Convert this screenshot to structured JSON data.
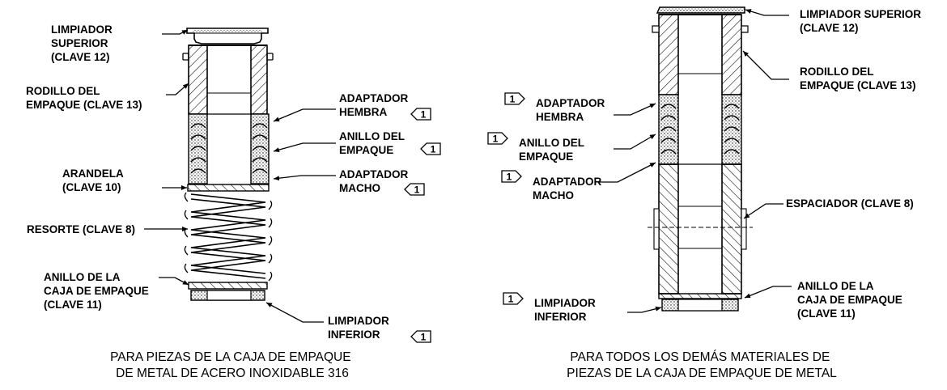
{
  "left": {
    "labels": {
      "limpiador_superior": [
        "LIMPIADOR",
        "SUPERIOR",
        "(CLAVE 12)"
      ],
      "rodillo": [
        "RODILLO DEL",
        "EMPAQUE (CLAVE 13)"
      ],
      "arandela": [
        "ARANDELA",
        "(CLAVE 10)"
      ],
      "resorte": [
        "RESORTE (CLAVE 8)"
      ],
      "anillo_caja": [
        "ANILLO DE LA",
        "CAJA DE EMPAQUE",
        "(CLAVE 11)"
      ],
      "adaptador_hembra": [
        "ADAPTADOR",
        "HEMBRA"
      ],
      "anillo_empaque": [
        "ANILLO DEL",
        "EMPAQUE"
      ],
      "adaptador_macho": [
        "ADAPTADOR",
        "MACHO"
      ],
      "limpiador_inferior": [
        "LIMPIADOR",
        "INFERIOR"
      ]
    },
    "caption": [
      "PARA PIEZAS DE LA CAJA DE EMPAQUE",
      "DE METAL DE ACERO INOXIDABLE 316"
    ]
  },
  "right": {
    "labels": {
      "limpiador_superior": [
        "LIMPIADOR SUPERIOR",
        "(CLAVE 12)"
      ],
      "rodillo": [
        "RODILLO DEL",
        "EMPAQUE (CLAVE 13)"
      ],
      "adaptador_hembra": [
        "ADAPTADOR",
        "HEMBRA"
      ],
      "anillo_empaque": [
        "ANILLO DEL",
        "EMPAQUE"
      ],
      "adaptador_macho": [
        "ADAPTADOR",
        "MACHO"
      ],
      "espaciador": [
        "ESPACIADOR (CLAVE 8)"
      ],
      "limpiador_inferior": [
        "LIMPIADOR",
        "INFERIOR"
      ],
      "anillo_caja": [
        "ANILLO DE LA",
        "CAJA DE EMPAQUE",
        "(CLAVE 11)"
      ]
    },
    "caption": [
      "PARA TODOS LOS DEMÁS MATERIALES DE",
      "PIEZAS DE LA CAJA DE EMPAQUE DE METAL"
    ]
  },
  "note_tag": "1"
}
